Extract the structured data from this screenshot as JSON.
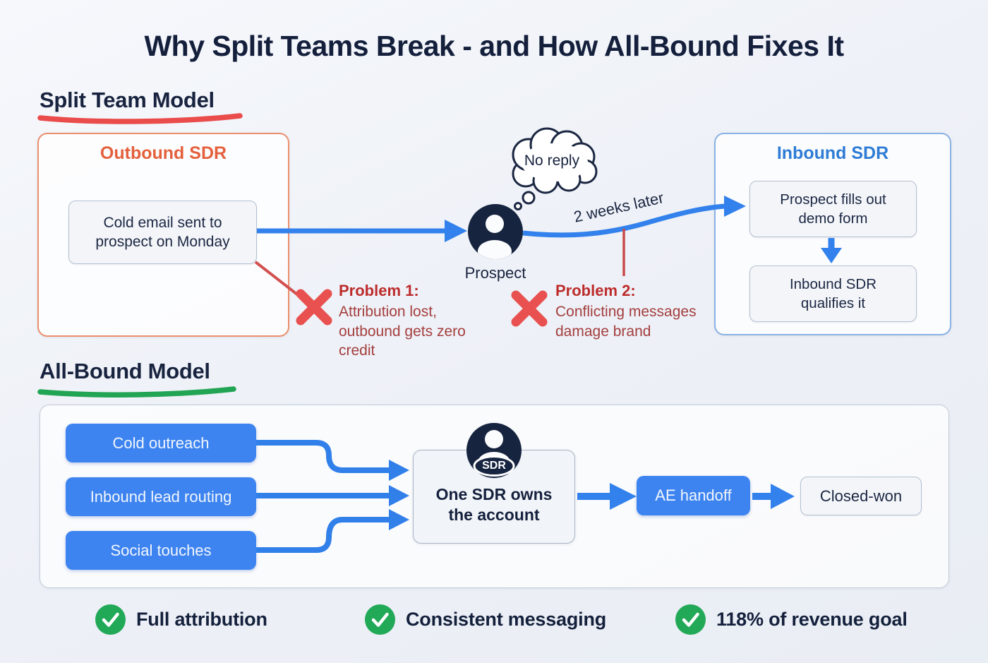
{
  "title": "Why Split Teams Break - and How All-Bound Fixes It",
  "split_model": {
    "heading": "Split Team Model",
    "outbound_box": {
      "title": "Outbound SDR",
      "step": "Cold email sent to prospect on Monday"
    },
    "prospect": {
      "label": "Prospect",
      "thought": "No reply"
    },
    "timeline_label": "2 weeks later",
    "problem_1": {
      "title": "Problem 1:",
      "body": "Attribution lost,\noutbound gets zero\ncredit"
    },
    "problem_2": {
      "title": "Problem 2:",
      "body": "Conflicting messages\ndamage brand"
    },
    "inbound_box": {
      "title": "Inbound SDR",
      "step_1": "Prospect fills out demo form",
      "step_2": "Inbound SDR qualifies it"
    }
  },
  "allbound_model": {
    "heading": "All-Bound Model",
    "channels": [
      "Cold outreach",
      "Inbound lead routing",
      "Social touches"
    ],
    "owner_box": {
      "avatar_label": "SDR",
      "text": "One SDR owns\nthe account"
    },
    "handoff_label": "AE handoff",
    "outcome_label": "Closed-won"
  },
  "benefits": [
    {
      "label": "Full attribution"
    },
    {
      "label": "Consistent messaging"
    },
    {
      "label": "118% of revenue goal"
    }
  ],
  "colors": {
    "background": "#eff2f7",
    "heading_text": "#141f3c",
    "accent_blue": "#3381ec",
    "pill_blue": "#3d84f0",
    "outbound_orange": "#e4603c",
    "outbound_border": "#eb8f6d",
    "inbound_blue": "#2e7cd6",
    "inbound_border": "#8ab2e4",
    "problem_red": "#a43e3e",
    "error_x_red": "#e8514f",
    "success_green": "#21a957",
    "underline_red": "#ea4b4b",
    "underline_green": "#21a453",
    "avatar_navy": "#16243f"
  }
}
